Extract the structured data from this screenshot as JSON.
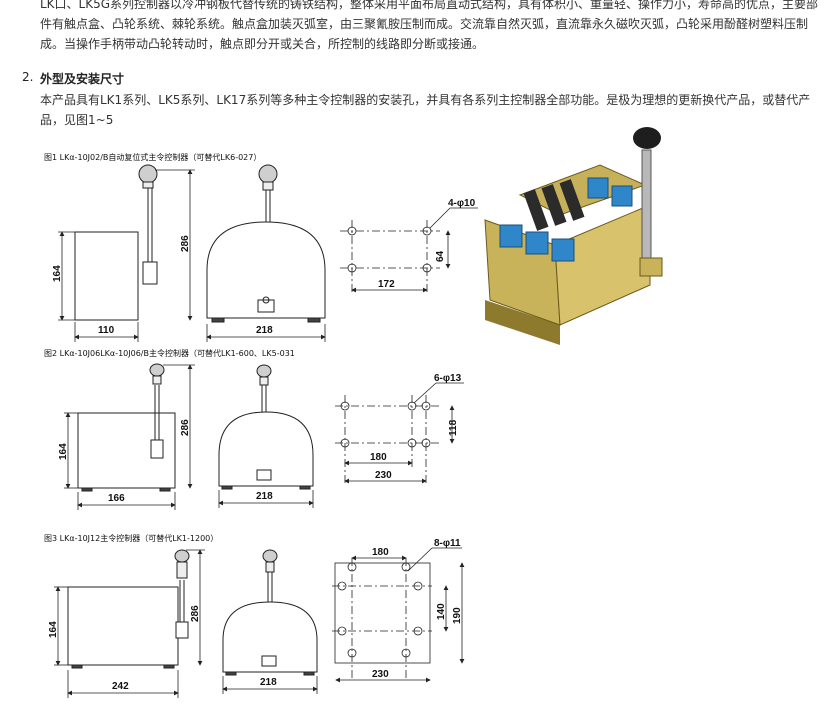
{
  "intro": {
    "line1": "LK口、LK5G系列控制器以冷冲钢板代替传统的铸铁结构，整体采用平面布局直动式结构，具有体积小、重量轻、操作力小，寿命高的优点，主要部",
    "line2": "件有触点盒、凸轮系统、棘轮系统。触点盒加装灭弧室，由三聚氰胺压制而成。交流靠自然灭弧，直流靠永久磁吹灭弧，凸轮采用酚醛树塑料压制",
    "line3": "成。当操作手柄带动凸轮转动时，触点即分开或关合，所控制的线路即分断或接通。"
  },
  "section": {
    "number": "2.",
    "title": "外型及安装尺寸",
    "text1": "本产品具有LK1系列、LK5系列、LK17系列等多种主令控制器的安装孔，并具有各系列主控制器全部功能。是极为理想的更新换代产品，或替代产",
    "text2": "品，见图1~5"
  },
  "figures": [
    {
      "caption": "图1 LKα-10J02/B自动复位式主令控制器（可替代LK6-027）",
      "dims": {
        "height": "164",
        "width": "110",
        "handle": "286",
        "front": "218",
        "holes": "4-φ10",
        "hole_v": "64",
        "hole_h": "172"
      }
    },
    {
      "caption": "图2 LKα-10J06LKα-10J06/B主令控制器（可替代LK1-600、LK5-031",
      "dims": {
        "height": "164",
        "width": "166",
        "handle": "286",
        "front": "218",
        "holes": "6-φ13",
        "hole_v": "118",
        "hole_h": "180",
        "base": "230"
      }
    },
    {
      "caption": "图3 LKα-10J12主令控制器（可替代LK1-1200）",
      "dims": {
        "height": "164",
        "width": "242",
        "handle": "286",
        "front": "218",
        "holes": "8-φ11",
        "hole_top": "180",
        "hole_v": "140",
        "outer_v": "190",
        "base": "230"
      }
    }
  ]
}
